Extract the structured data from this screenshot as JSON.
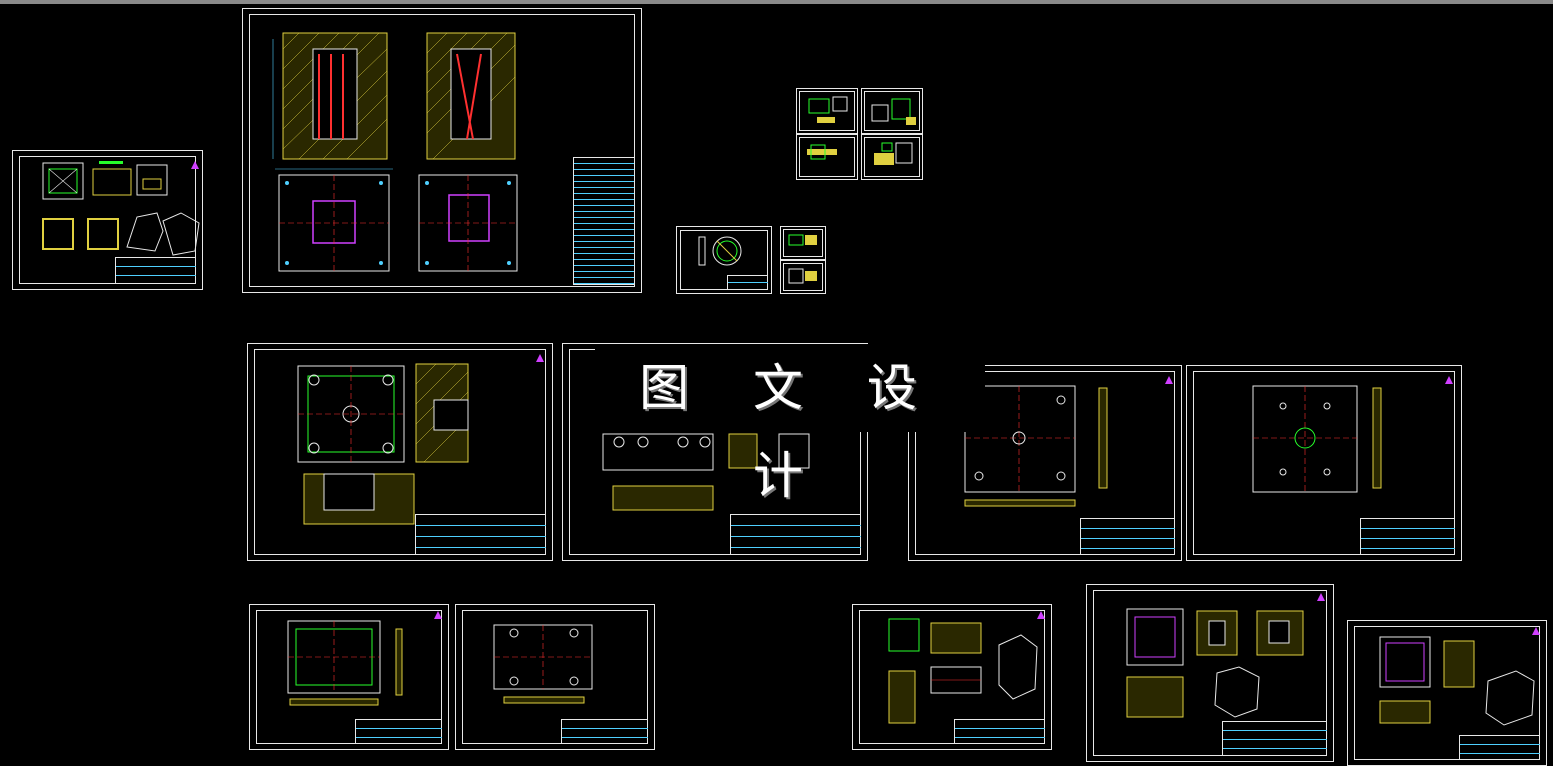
{
  "watermark": {
    "text": "图 文 设 计"
  },
  "colors": {
    "background": "#000000",
    "frame": "#e8e8e8",
    "dimension": "#4fd0ff",
    "note": "#27ff2b",
    "hatch": "#e0d040",
    "centerline": "#ff3030",
    "logo": "#d040ff"
  },
  "sheets": [
    {
      "name": "product-drawing"
    },
    {
      "name": "assembly-drawing"
    },
    {
      "name": "part-sheets-group-small"
    },
    {
      "name": "ring-part-drawing"
    },
    {
      "name": "plate-drawing-1"
    },
    {
      "name": "plate-drawing-2"
    },
    {
      "name": "plate-drawing-3"
    },
    {
      "name": "plate-drawing-4"
    },
    {
      "name": "plate-drawing-5"
    },
    {
      "name": "plate-drawing-6"
    },
    {
      "name": "core-drawing"
    },
    {
      "name": "cavity-drawing"
    },
    {
      "name": "insert-drawing"
    }
  ]
}
